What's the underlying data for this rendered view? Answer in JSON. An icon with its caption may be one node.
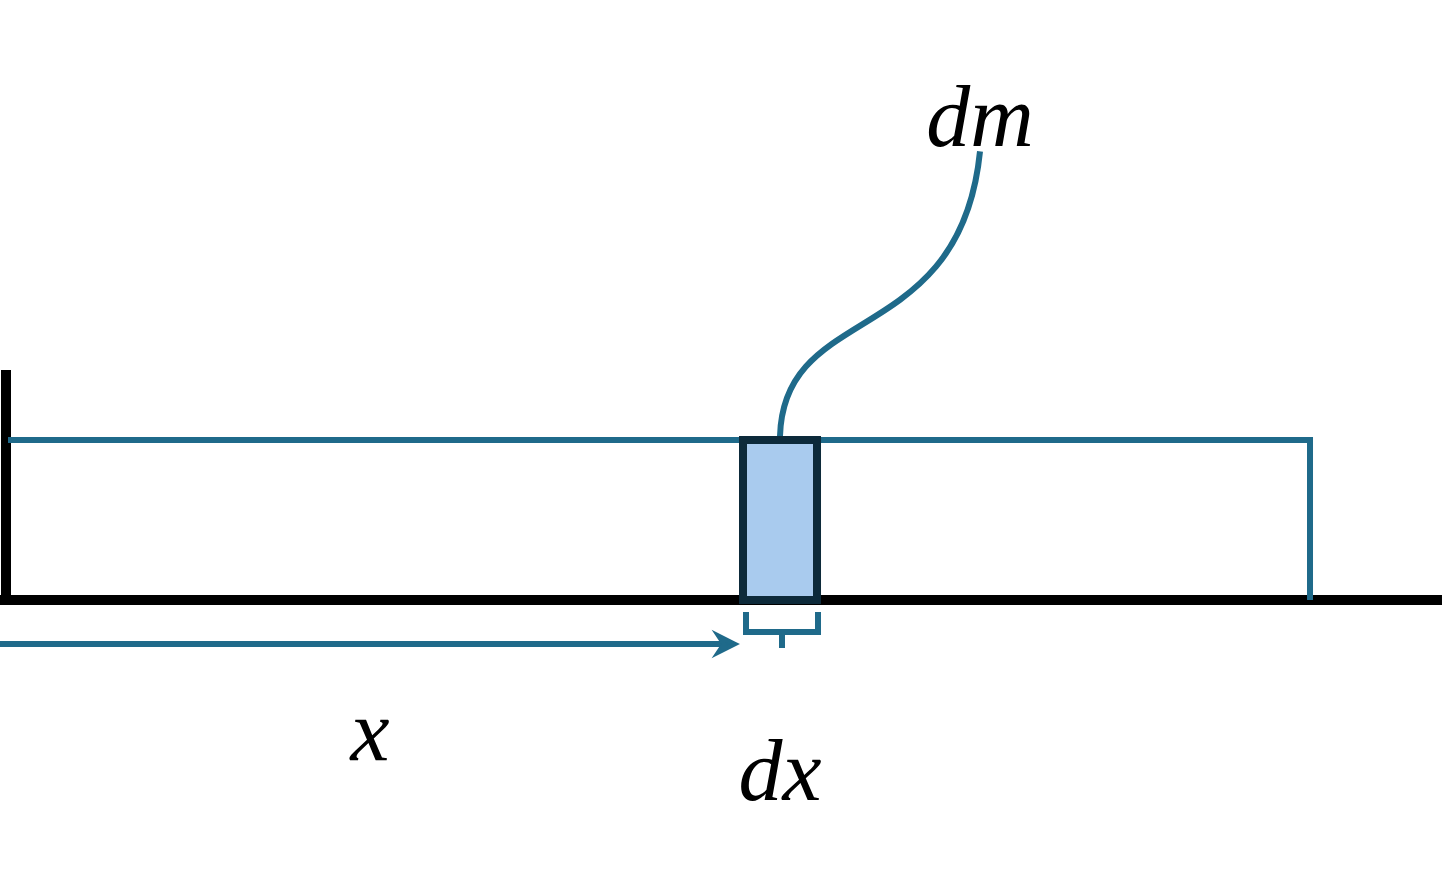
{
  "diagram": {
    "nodes": [
      {
        "text": [
          "dm"
        ]
      },
      {
        "text": [],
        "shape": "box"
      }
    ],
    "edges": [
      {
        "from": 0,
        "to": 1,
        "arrow": "none"
      }
    ],
    "labels": [
      "x",
      "dx"
    ]
  }
}
